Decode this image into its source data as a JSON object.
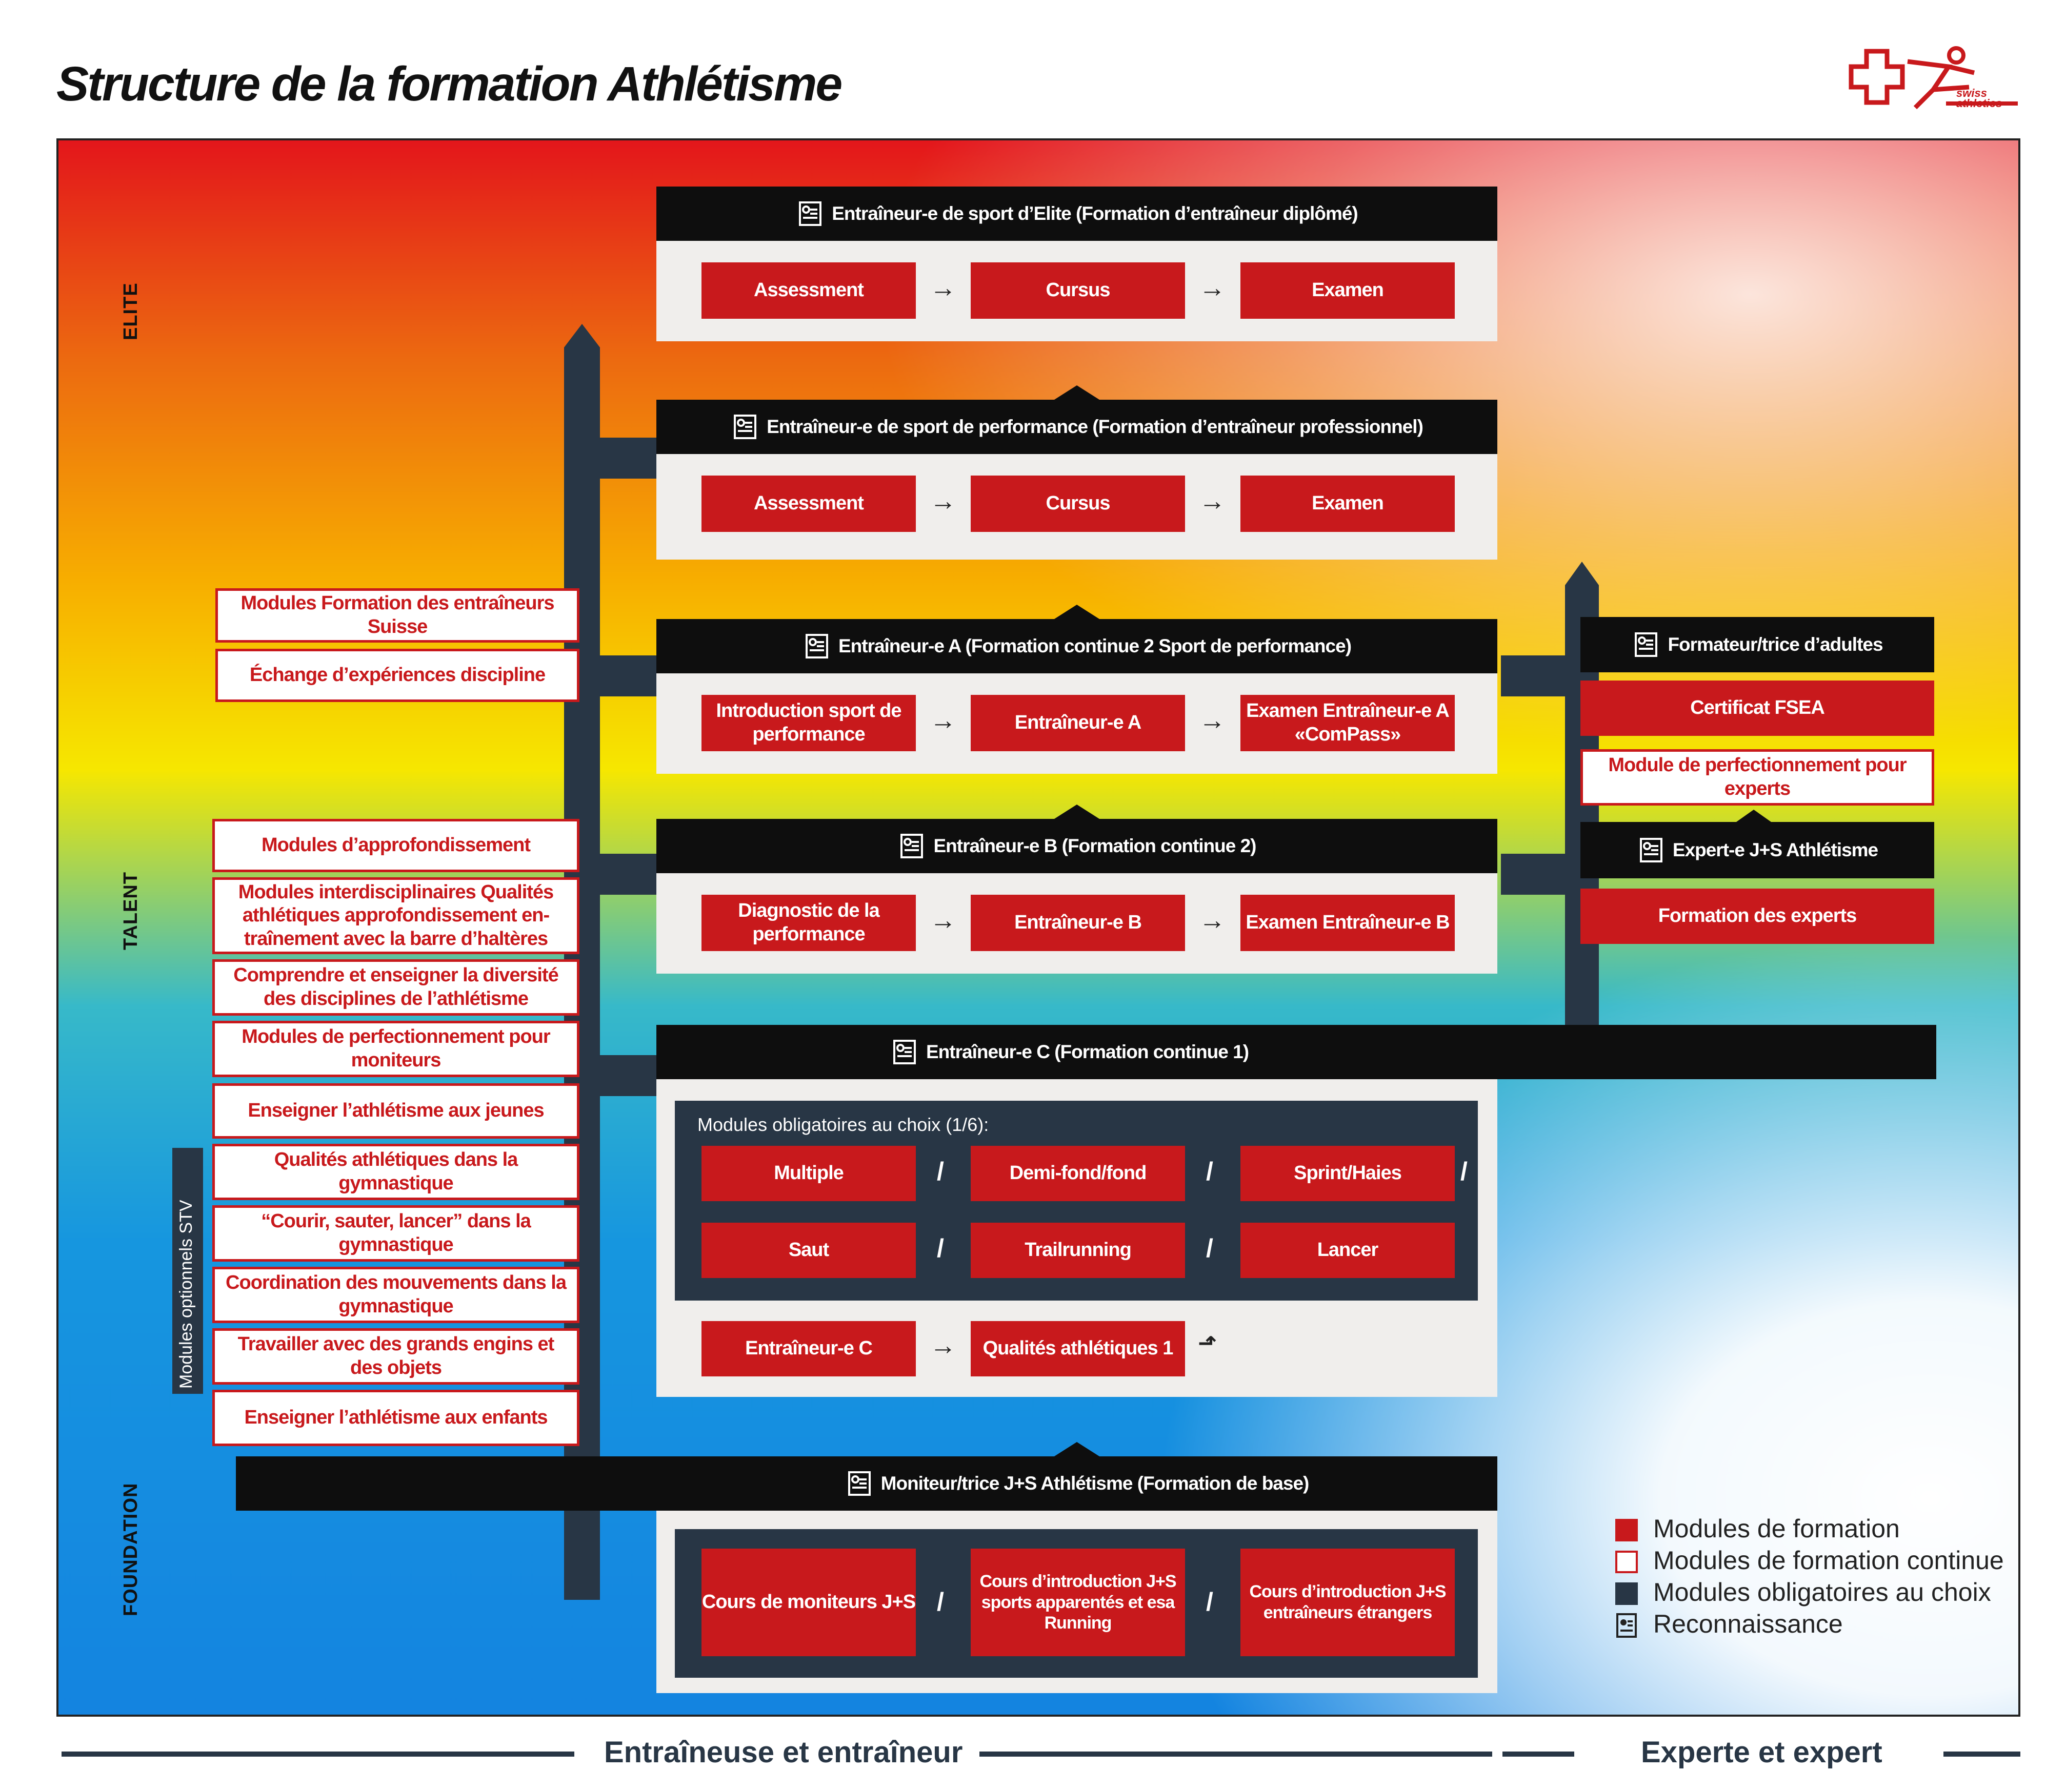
{
  "title": "Structure de la formation Athlétisme",
  "logo": {
    "line1": "swiss",
    "line2": "athletics"
  },
  "levels": {
    "elite": "ELITE",
    "talent": "TALENT",
    "foundation": "FOUNDATION"
  },
  "optional_label": "Modules optionnels STV",
  "elite": {
    "header": "Entraîneur-e de sport d’Elite (Formation d’entraîneur diplômé)",
    "steps": [
      "Assessment",
      "Cursus",
      "Examen"
    ]
  },
  "performance": {
    "header": "Entraîneur-e de sport de performance (Formation d’entraîneur professionnel)",
    "steps": [
      "Assessment",
      "Cursus",
      "Examen"
    ]
  },
  "coach_a": {
    "header": "Entraîneur-e A (Formation continue 2 Sport de performance)",
    "steps": [
      "Introduction sport de performance",
      "Entraîneur-e A",
      "Examen Entraîneur-e A «ComPass»"
    ]
  },
  "coach_b": {
    "header": "Entraîneur-e B (Formation continue 2)",
    "steps": [
      "Diagnostic de la performance",
      "Entraîneur-e B",
      "Examen Entraîneur-e B"
    ]
  },
  "coach_c": {
    "header": "Entraîneur-e C (Formation continue 1)",
    "mandatory_label": "Modules obligatoires au choix (1/6):",
    "mandatory": [
      "Multiple",
      "Demi-fond/fond",
      "Sprint/Haies",
      "Saut",
      "Trailrunning",
      "Lancer"
    ],
    "steps": [
      "Entraîneur-e C",
      "Qualités athlétiques 1"
    ]
  },
  "base": {
    "header": "Moniteur/trice J+S Athlétisme (Formation de base)",
    "courses": [
      "Cours de moniteurs J+S",
      "Cours d’introduction J+S sports apparentés et esa Running",
      "Cours d’introduction J+S entraîneurs étrangers"
    ]
  },
  "left_modules_top": [
    "Modules Formation des entraîneurs Suisse",
    "Échange d’expériences discipline"
  ],
  "left_modules": [
    "Modules d’approfondissement",
    "Modules interdisciplinaires Qualités athlétiques approfondissement en-traînement avec la barre d’haltères",
    "Comprendre et enseigner la diversité des disciplines de l’athlétisme",
    "Modules de perfectionnement pour moniteurs",
    "Enseigner l’athlétisme aux jeunes",
    "Qualités athlétiques dans la gymnastique",
    "“Courir, sauter, lancer” dans la gymnastique",
    "Coordination des mouvements dans la gymnastique",
    "Travailler avec des grands engins et des objets",
    "Enseigner l’athlétisme aux enfants"
  ],
  "experts": {
    "adult_header": "Formateur/trice d’adultes",
    "fsea": "Certificat FSEA",
    "expert_module": "Module de perfectionnement pour experts",
    "js_header": "Expert-e J+S Athlétisme",
    "expert_training": "Formation des experts"
  },
  "legend": [
    "Modules de formation",
    "Modules de formation continue",
    "Modules obligatoires au choix",
    "Reconnaissance"
  ],
  "axis": {
    "coach": "Entraîneuse et entraîneur",
    "expert": "Experte et expert"
  },
  "colors": {
    "red": "#c8191c",
    "navy": "#283645",
    "black": "#0e0e0e",
    "panel": "#f0eeec"
  }
}
